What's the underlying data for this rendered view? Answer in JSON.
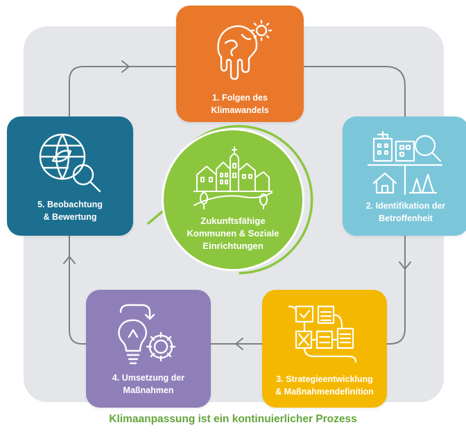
{
  "steps": [
    {
      "number_label": "1. Folgen des\nKlimawandels",
      "icon": "melting-globe-sun-icon",
      "color": "#e9782b"
    },
    {
      "number_label": "2. Identifikation der\nBetroffenheit",
      "icon": "buildings-magnifier-icon",
      "color": "#7cc6da"
    },
    {
      "number_label": "3. Strategieentwicklung\n& Maßnahmendefinition",
      "icon": "strategy-flowchart-icon",
      "color": "#f5b800"
    },
    {
      "number_label": "4. Umsetzung der\nMaßnahmen",
      "icon": "lightbulb-gear-icon",
      "color": "#8f7fb9"
    },
    {
      "number_label": "5. Beobachtung\n& Bewertung",
      "icon": "globe-leaf-magnifier-icon",
      "color": "#1c6f8e"
    }
  ],
  "center": {
    "label": "Zukunftsfähige\nKommunen & Soziale\nEinrichtungen",
    "icon": "town-landscape-icon",
    "color": "#8cc63f"
  },
  "caption": "Klimaanpassung ist ein kontinuierlicher Prozess",
  "colors": {
    "panel": "#e4e6ea",
    "loop_line": "#7a8086",
    "caption": "#63a63a"
  }
}
